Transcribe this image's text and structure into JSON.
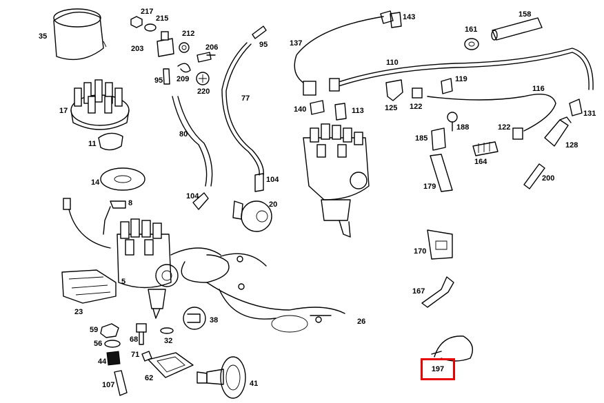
{
  "diagram": {
    "labels": {
      "l35": "35",
      "l17": "17",
      "l11": "11",
      "l14": "14",
      "l8": "8",
      "l5": "5",
      "l23": "23",
      "l59": "59",
      "l56": "56",
      "l44": "44",
      "l107": "107",
      "l68": "68",
      "l71": "71",
      "l62": "62",
      "l32": "32",
      "l38": "38",
      "l41": "41",
      "l217": "217",
      "l215": "215",
      "l203": "203",
      "l212": "212",
      "l206": "206",
      "l95a": "95",
      "l209": "209",
      "l220": "220",
      "l80": "80",
      "l104a": "104",
      "l95b": "95",
      "l77": "77",
      "l104b": "104",
      "l20": "20",
      "l137": "137",
      "l143": "143",
      "l110": "110",
      "l140": "140",
      "l113": "113",
      "l125": "125",
      "l122a": "122",
      "l119": "119",
      "l161": "161",
      "l158": "158",
      "l116": "116",
      "l131": "131",
      "l188": "188",
      "l185": "185",
      "l122b": "122",
      "l128": "128",
      "l164": "164",
      "l179": "179",
      "l200": "200",
      "l170": "170",
      "l167": "167",
      "l26": "26"
    },
    "highlight": {
      "label": "197",
      "color": "#e60000"
    }
  }
}
